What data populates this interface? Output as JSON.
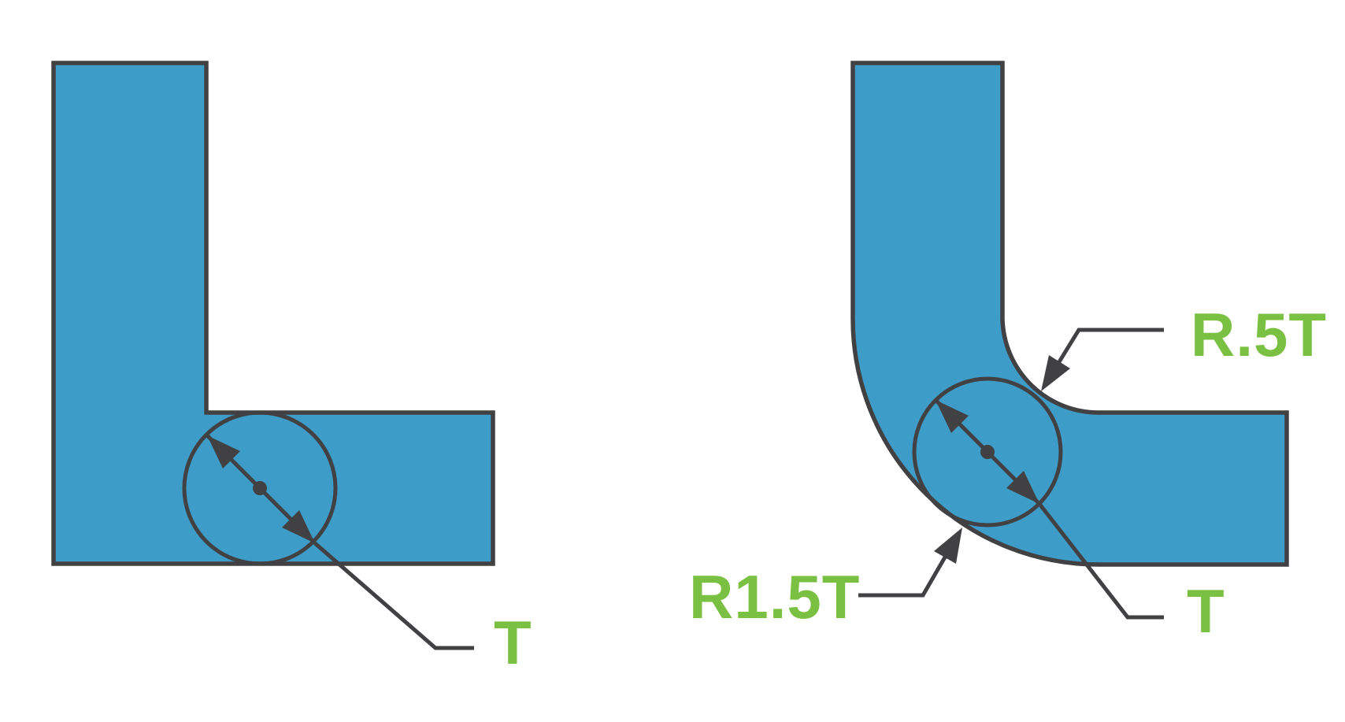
{
  "diagram": {
    "left_figure": {
      "description_name": "sharp-corner-bracket",
      "thickness_label": "T"
    },
    "right_figure": {
      "description_name": "filleted-corner-bracket",
      "inner_radius_label": "R.5T",
      "outer_radius_label": "R1.5T",
      "thickness_label": "T"
    },
    "colors": {
      "material_fill": "#3E9CC8",
      "outline": "#414042",
      "label_green": "#7AC143",
      "background": "#FFFFFF"
    }
  }
}
